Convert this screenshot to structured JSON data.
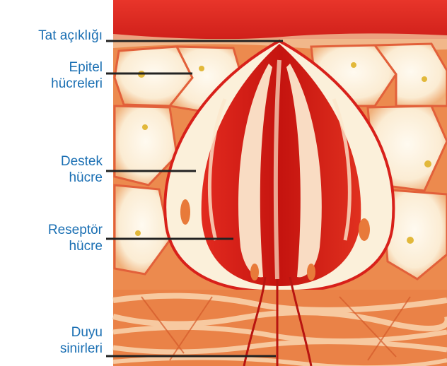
{
  "labels": {
    "taste_pore": [
      "Tat açıklığı"
    ],
    "epithelial_cells": [
      "Epitel",
      "hücreleri"
    ],
    "support_cell": [
      "Destek",
      "hücre"
    ],
    "receptor_cell": [
      "Reseptör",
      "hücre"
    ],
    "sensory_nerves": [
      "Duyu",
      "sinirleri"
    ]
  },
  "colors": {
    "label_text": "#1a6fb3",
    "leader_line": "#222222",
    "tissue_red": "#d8201a",
    "tissue_orange": "#e9743a",
    "cell_cream": "#fbf3df"
  }
}
